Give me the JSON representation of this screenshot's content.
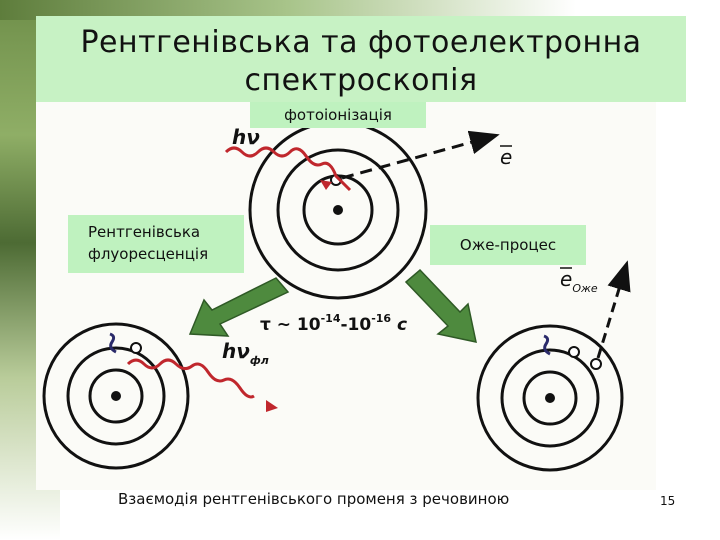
{
  "slide": {
    "title": "Рентгенівська та фотоелектронна спектроскопія",
    "caption": "Взаємодія рентгенівського променя з речовиною",
    "page_number": "15"
  },
  "labels": {
    "photoionization": "фотоіонізація",
    "xray_fluorescence": "Рентгенівська флуоресценція",
    "auger_process": "Оже-процес"
  },
  "diagram_text": {
    "photon": "hν",
    "photon_fluor": "hν",
    "photon_fluor_sub": "фл",
    "electron": "e",
    "auger_electron": "e",
    "auger_sub": "Оже",
    "time": "τ ~ 10",
    "time_exp1": "-14",
    "time_dash": "-10",
    "time_exp2": "-16",
    "time_unit": " с"
  },
  "colors": {
    "title_bg": "#c7f2c4",
    "label_bg": "#bff2bf",
    "wavy_photon": "#c0272d",
    "arrow_fill": "#4e8a3e"
  }
}
